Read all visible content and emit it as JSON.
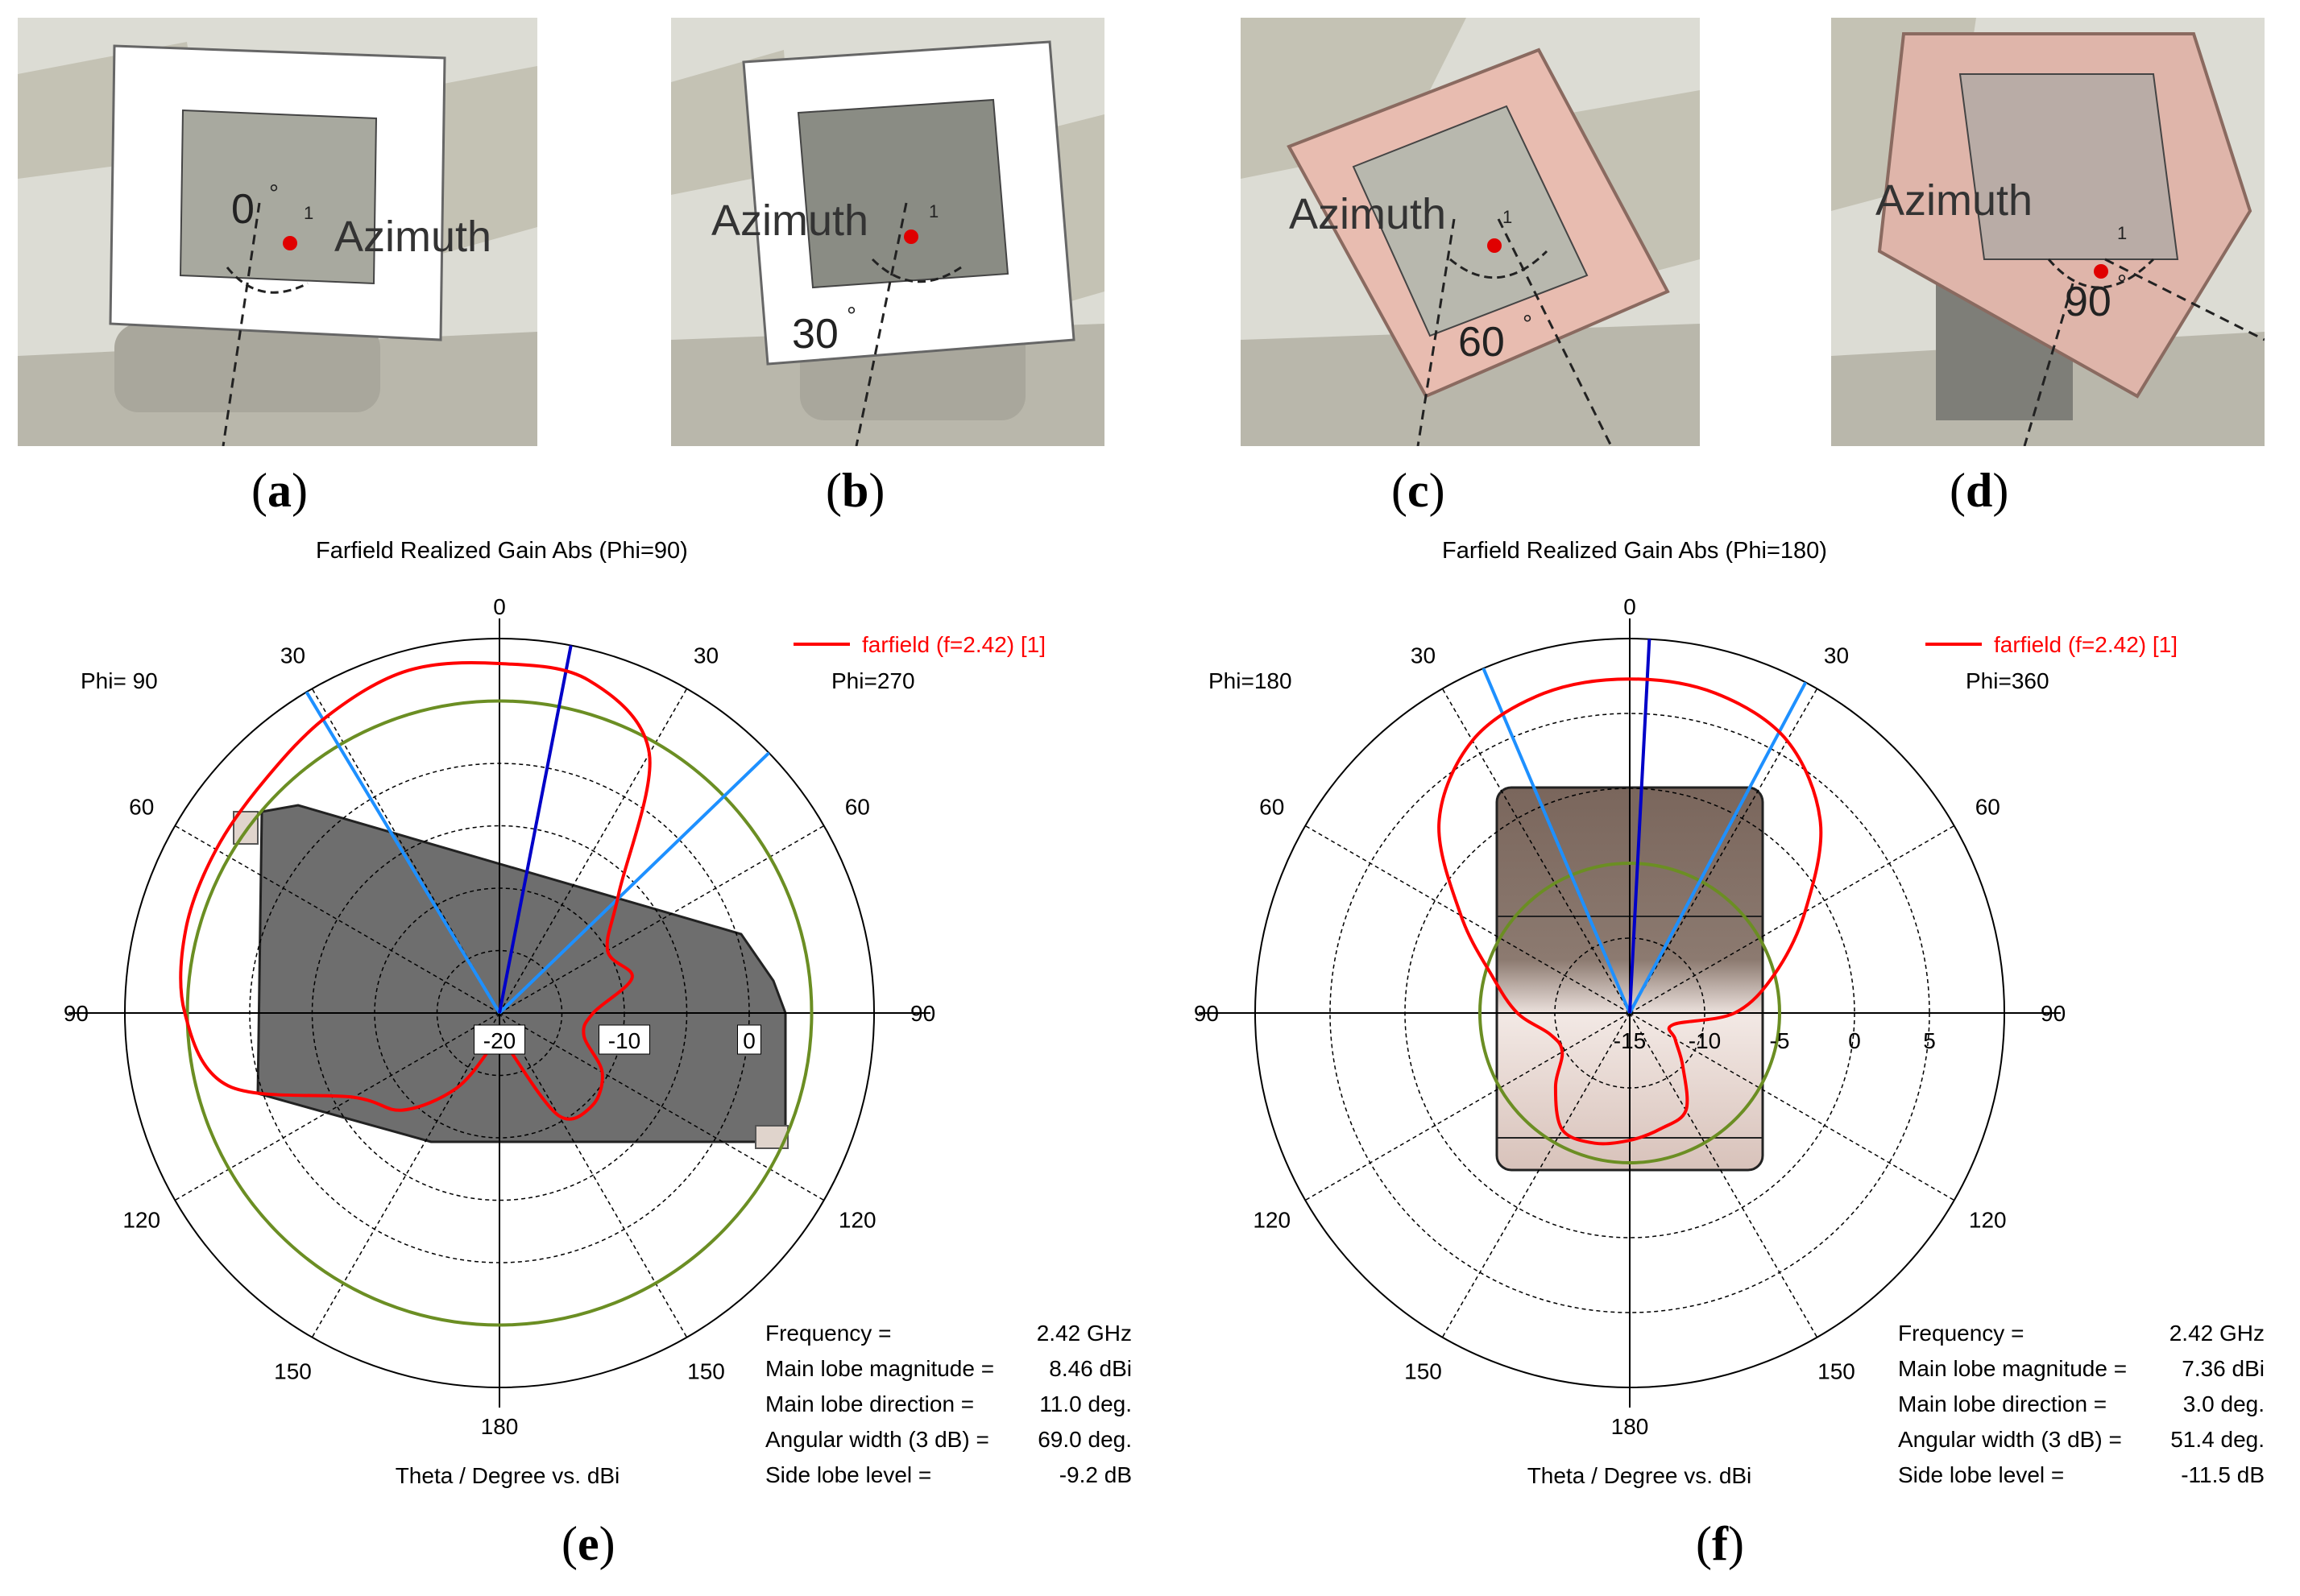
{
  "panels": {
    "a": "a",
    "b": "b",
    "c": "c",
    "d": "d",
    "e": "e",
    "f": "f"
  },
  "photos": [
    {
      "azimuth_label": "Azimuth",
      "angle_label": "0",
      "degree_mark": "°",
      "port_label": "1"
    },
    {
      "azimuth_label": "Azimuth",
      "angle_label": "30",
      "degree_mark": "°",
      "port_label": "1"
    },
    {
      "azimuth_label": "Azimuth",
      "angle_label": "60",
      "degree_mark": "°",
      "port_label": "1"
    },
    {
      "azimuth_label": "Azimuth",
      "angle_label": "90",
      "degree_mark": "°",
      "port_label": "1"
    }
  ],
  "colors": {
    "curve": "#ff0000",
    "beam": "#0000c8",
    "beam_edges": "#1e90ff",
    "ref_circle": "#6b8e23",
    "plate_white": "#ffffff",
    "plate_pink": "#e8bcb0",
    "model_gray": "#6e6e6e"
  },
  "chart_data": [
    {
      "type": "polar",
      "title": "Farfield Realized Gain Abs (Phi=90)",
      "legend": "farfield (f=2.42) [1]",
      "left_label": "Phi= 90",
      "right_label": "Phi=270",
      "xlabel": "Theta / Degree vs. dBi",
      "angle_ticks": [
        "0",
        "30",
        "60",
        "90",
        "120",
        "150",
        "180",
        "150",
        "120",
        "90",
        "60",
        "30"
      ],
      "radial_range": [
        -20,
        10
      ],
      "radial_labels": [
        {
          "value": -20,
          "text": "-20"
        },
        {
          "value": -10,
          "text": "-10"
        },
        {
          "value": 0,
          "text": "0"
        }
      ],
      "ref_level": 5,
      "beam": {
        "main": 11,
        "left": -31,
        "right": 46
      },
      "series": [
        {
          "name": "farfield (f=2.42) [1]",
          "theta": [
            0,
            15,
            30,
            45,
            60,
            75,
            90,
            105,
            120,
            135,
            150,
            165,
            180,
            195,
            210,
            225,
            240,
            255,
            270,
            285,
            300,
            315,
            330,
            345
          ],
          "gain": [
            8.0,
            8.4,
            7.5,
            6.5,
            6.2,
            6.0,
            5.2,
            2.5,
            -6.5,
            -9.0,
            -13.0,
            -17.0,
            -18.5,
            -17.0,
            -10.5,
            -9.5,
            -10.5,
            -13.0,
            -12.5,
            -9.0,
            -10.0,
            -6.5,
            4.0,
            7.6
          ]
        }
      ],
      "stats": [
        {
          "label": "Frequency =",
          "value": "2.42 GHz"
        },
        {
          "label": "Main lobe magnitude =",
          "value": "8.46 dBi"
        },
        {
          "label": "Main lobe direction =",
          "value": "11.0 deg."
        },
        {
          "label": "Angular width (3 dB) =",
          "value": "69.0 deg."
        },
        {
          "label": "Side lobe level =",
          "value": "-9.2 dB"
        }
      ]
    },
    {
      "type": "polar",
      "title": "Farfield Realized Gain Abs (Phi=180)",
      "legend": "farfield (f=2.42) [1]",
      "left_label": "Phi=180",
      "right_label": "Phi=360",
      "xlabel": "Theta / Degree vs. dBi",
      "angle_ticks": [
        "0",
        "30",
        "60",
        "90",
        "120",
        "150",
        "180",
        "150",
        "120",
        "90",
        "60",
        "30"
      ],
      "radial_range": [
        -15,
        10
      ],
      "radial_labels": [
        {
          "value": -15,
          "text": "-15"
        },
        {
          "value": -10,
          "text": "-10"
        },
        {
          "value": -5,
          "text": "-5"
        },
        {
          "value": 0,
          "text": "0"
        },
        {
          "value": 5,
          "text": "5"
        }
      ],
      "ref_level": -5,
      "beam": {
        "main": 3,
        "left": -23,
        "right": 28
      },
      "series": [
        {
          "name": "farfield (f=2.42) [1]",
          "theta": [
            0,
            15,
            30,
            45,
            60,
            75,
            90,
            105,
            120,
            135,
            150,
            165,
            180,
            195,
            210,
            225,
            240,
            255,
            270,
            285,
            300,
            315,
            330,
            345
          ],
          "gain": [
            7.3,
            7.1,
            6.0,
            3.0,
            -2.0,
            -5.5,
            -7.5,
            -9.5,
            -9.8,
            -8.0,
            -6.0,
            -6.0,
            -6.5,
            -7.0,
            -7.5,
            -10.0,
            -11.5,
            -12.0,
            -8.0,
            -5.0,
            -1.5,
            3.0,
            6.0,
            7.1
          ]
        }
      ],
      "stats": [
        {
          "label": "Frequency =",
          "value": "2.42 GHz"
        },
        {
          "label": "Main lobe magnitude =",
          "value": "7.36 dBi"
        },
        {
          "label": "Main lobe direction =",
          "value": "3.0 deg."
        },
        {
          "label": "Angular width (3 dB) =",
          "value": "51.4 deg."
        },
        {
          "label": "Side lobe level =",
          "value": "-11.5 dB"
        }
      ]
    }
  ]
}
